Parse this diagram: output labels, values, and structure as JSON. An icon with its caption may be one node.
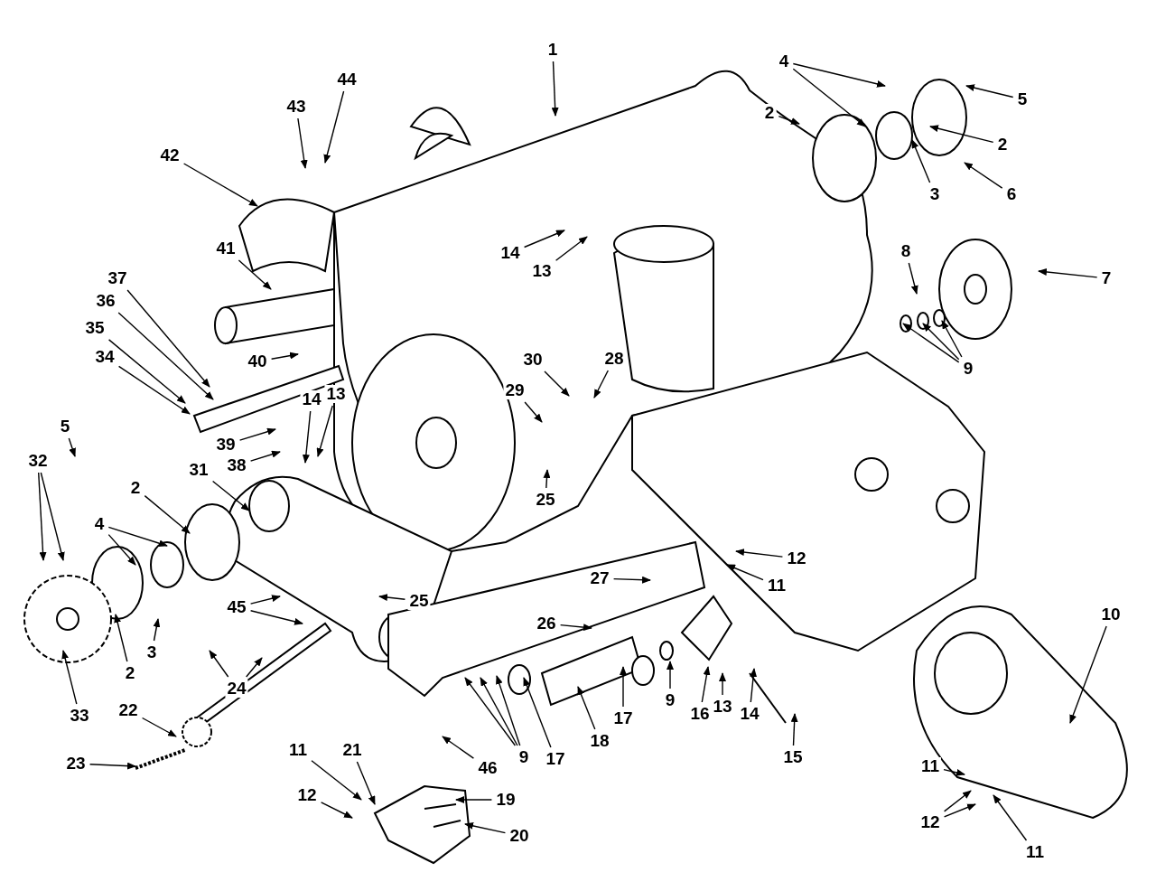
{
  "diagram": {
    "nodes": [
      {
        "text": [
          "1"
        ]
      },
      {
        "text": [
          "4"
        ]
      },
      {
        "text": [
          "5"
        ]
      },
      {
        "text": [
          "2"
        ]
      },
      {
        "text": [
          "2"
        ]
      },
      {
        "text": [
          "3"
        ]
      },
      {
        "text": [
          "6"
        ]
      },
      {
        "text": [
          "7"
        ]
      },
      {
        "text": [
          "8"
        ]
      },
      {
        "text": [
          "9"
        ]
      },
      {
        "text": [
          "14"
        ]
      },
      {
        "text": [
          "13"
        ]
      },
      {
        "text": [
          "44"
        ]
      },
      {
        "text": [
          "43"
        ]
      },
      {
        "text": [
          "42"
        ]
      },
      {
        "text": [
          "41"
        ]
      },
      {
        "text": [
          "37"
        ]
      },
      {
        "text": [
          "40"
        ]
      },
      {
        "text": [
          "36"
        ]
      },
      {
        "text": [
          "35"
        ]
      },
      {
        "text": [
          "34"
        ]
      },
      {
        "text": [
          "39"
        ]
      },
      {
        "text": [
          "38"
        ]
      },
      {
        "text": [
          "30"
        ]
      },
      {
        "text": [
          "28"
        ]
      },
      {
        "text": [
          "29"
        ]
      },
      {
        "text": [
          "13"
        ]
      },
      {
        "text": [
          "14"
        ]
      },
      {
        "text": [
          "5"
        ]
      },
      {
        "text": [
          "32"
        ]
      },
      {
        "text": [
          "31"
        ]
      },
      {
        "text": [
          "2"
        ]
      },
      {
        "text": [
          "4"
        ]
      },
      {
        "text": [
          "25"
        ]
      },
      {
        "text": [
          "25"
        ]
      },
      {
        "text": [
          "12"
        ]
      },
      {
        "text": [
          "11"
        ]
      },
      {
        "text": [
          "27"
        ]
      },
      {
        "text": [
          "26"
        ]
      },
      {
        "text": [
          "45"
        ]
      },
      {
        "text": [
          "24"
        ]
      },
      {
        "text": [
          "3"
        ]
      },
      {
        "text": [
          "2"
        ]
      },
      {
        "text": [
          "33"
        ]
      },
      {
        "text": [
          "22"
        ]
      },
      {
        "text": [
          "23"
        ]
      },
      {
        "text": [
          "9"
        ]
      },
      {
        "text": [
          "17"
        ]
      },
      {
        "text": [
          "16"
        ]
      },
      {
        "text": [
          "13"
        ]
      },
      {
        "text": [
          "14"
        ]
      },
      {
        "text": [
          "15"
        ]
      },
      {
        "text": [
          "18"
        ]
      },
      {
        "text": [
          "17"
        ]
      },
      {
        "text": [
          "9"
        ]
      },
      {
        "text": [
          "46"
        ]
      },
      {
        "text": [
          "10"
        ]
      },
      {
        "text": [
          "11"
        ]
      },
      {
        "text": [
          "12"
        ]
      },
      {
        "text": [
          "11"
        ]
      },
      {
        "text": [
          "11"
        ]
      },
      {
        "text": [
          "21"
        ]
      },
      {
        "text": [
          "12"
        ]
      },
      {
        "text": [
          "19"
        ]
      },
      {
        "text": [
          "20"
        ]
      }
    ],
    "edges": [
      {
        "from": 0,
        "to": null,
        "arrow": "to"
      },
      {
        "from": 1,
        "to": null,
        "arrow": "to"
      },
      {
        "from": 1,
        "to": null,
        "arrow": "to"
      },
      {
        "from": 2,
        "to": null,
        "arrow": "to"
      },
      {
        "from": 3,
        "to": null,
        "arrow": "to"
      },
      {
        "from": 4,
        "to": null,
        "arrow": "to"
      },
      {
        "from": 5,
        "to": null,
        "arrow": "to"
      },
      {
        "from": 6,
        "to": null,
        "arrow": "to"
      },
      {
        "from": 7,
        "to": null,
        "arrow": "to"
      },
      {
        "from": 8,
        "to": null,
        "arrow": "to"
      },
      {
        "from": 9,
        "to": null,
        "arrow": "to"
      },
      {
        "from": 9,
        "to": null,
        "arrow": "to"
      },
      {
        "from": 9,
        "to": null,
        "arrow": "to"
      },
      {
        "from": 10,
        "to": null,
        "arrow": "to"
      },
      {
        "from": 11,
        "to": null,
        "arrow": "to"
      },
      {
        "from": 12,
        "to": null,
        "arrow": "to"
      },
      {
        "from": 13,
        "to": null,
        "arrow": "to"
      },
      {
        "from": 14,
        "to": null,
        "arrow": "to"
      },
      {
        "from": 15,
        "to": null,
        "arrow": "to"
      },
      {
        "from": 16,
        "to": null,
        "arrow": "to"
      },
      {
        "from": 17,
        "to": null,
        "arrow": "to"
      },
      {
        "from": 18,
        "to": null,
        "arrow": "to"
      },
      {
        "from": 19,
        "to": null,
        "arrow": "to"
      },
      {
        "from": 20,
        "to": null,
        "arrow": "to"
      },
      {
        "from": 21,
        "to": null,
        "arrow": "to"
      },
      {
        "from": 22,
        "to": null,
        "arrow": "to"
      },
      {
        "from": 23,
        "to": null,
        "arrow": "to"
      },
      {
        "from": 24,
        "to": null,
        "arrow": "to"
      },
      {
        "from": 25,
        "to": null,
        "arrow": "to"
      },
      {
        "from": 26,
        "to": null,
        "arrow": "to"
      },
      {
        "from": 27,
        "to": null,
        "arrow": "to"
      },
      {
        "from": 28,
        "to": null,
        "arrow": "to"
      },
      {
        "from": 29,
        "to": null,
        "arrow": "to"
      },
      {
        "from": 29,
        "to": null,
        "arrow": "to"
      },
      {
        "from": 30,
        "to": null,
        "arrow": "to"
      },
      {
        "from": 31,
        "to": null,
        "arrow": "to"
      },
      {
        "from": 32,
        "to": null,
        "arrow": "to"
      },
      {
        "from": 32,
        "to": null,
        "arrow": "to"
      },
      {
        "from": 33,
        "to": null,
        "arrow": "to"
      },
      {
        "from": 34,
        "to": null,
        "arrow": "to"
      },
      {
        "from": 35,
        "to": null,
        "arrow": "to"
      },
      {
        "from": 36,
        "to": null,
        "arrow": "to"
      },
      {
        "from": 37,
        "to": null,
        "arrow": "to"
      },
      {
        "from": 38,
        "to": null,
        "arrow": "to"
      },
      {
        "from": 39,
        "to": null,
        "arrow": "to"
      },
      {
        "from": 39,
        "to": null,
        "arrow": "to"
      },
      {
        "from": 40,
        "to": null,
        "arrow": "to"
      },
      {
        "from": 40,
        "to": null,
        "arrow": "to"
      },
      {
        "from": 41,
        "to": null,
        "arrow": "to"
      },
      {
        "from": 42,
        "to": null,
        "arrow": "to"
      },
      {
        "from": 43,
        "to": null,
        "arrow": "to"
      },
      {
        "from": 44,
        "to": null,
        "arrow": "to"
      },
      {
        "from": 45,
        "to": null,
        "arrow": "to"
      },
      {
        "from": 46,
        "to": null,
        "arrow": "to"
      },
      {
        "from": 47,
        "to": null,
        "arrow": "to"
      },
      {
        "from": 48,
        "to": null,
        "arrow": "to"
      },
      {
        "from": 49,
        "to": null,
        "arrow": "to"
      },
      {
        "from": 50,
        "to": null,
        "arrow": "to"
      },
      {
        "from": 51,
        "to": null,
        "arrow": "to"
      },
      {
        "from": 52,
        "to": null,
        "arrow": "to"
      },
      {
        "from": 53,
        "to": null,
        "arrow": "to"
      },
      {
        "from": 54,
        "to": null,
        "arrow": "to"
      },
      {
        "from": 54,
        "to": null,
        "arrow": "to"
      },
      {
        "from": 54,
        "to": null,
        "arrow": "to"
      },
      {
        "from": 55,
        "to": null,
        "arrow": "to"
      },
      {
        "from": 56,
        "to": null,
        "arrow": "to"
      },
      {
        "from": 57,
        "to": null,
        "arrow": "to"
      },
      {
        "from": 58,
        "to": null,
        "arrow": "to"
      },
      {
        "from": 58,
        "to": null,
        "arrow": "to"
      },
      {
        "from": 59,
        "to": null,
        "arrow": "to"
      },
      {
        "from": 60,
        "to": null,
        "arrow": "to"
      },
      {
        "from": 61,
        "to": null,
        "arrow": "to"
      },
      {
        "from": 62,
        "to": null,
        "arrow": "to"
      },
      {
        "from": 63,
        "to": null,
        "arrow": "to"
      },
      {
        "from": 64,
        "to": null,
        "arrow": "to"
      }
    ]
  }
}
